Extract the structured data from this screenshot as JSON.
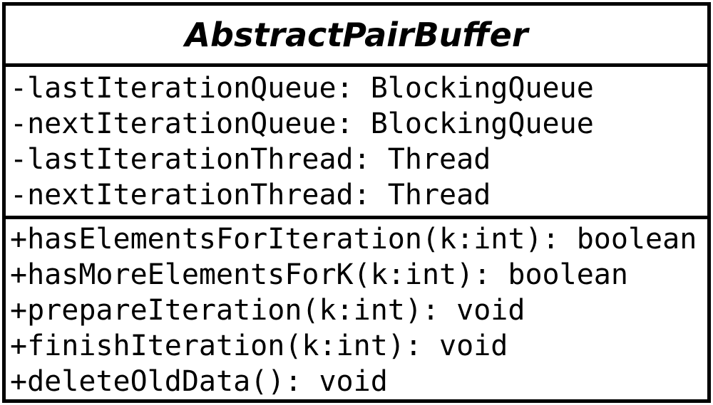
{
  "class_box": {
    "name": "AbstractPairBuffer",
    "attributes": [
      "-lastIterationQueue: BlockingQueue",
      "-nextIterationQueue: BlockingQueue",
      "-lastIterationThread: Thread",
      "-nextIterationThread: Thread"
    ],
    "operations": [
      "+hasElementsForIteration(k:int): boolean",
      "+hasMoreElementsForK(k:int): boolean",
      "+prepareIteration(k:int): void",
      "+finishIteration(k:int): void",
      "+deleteOldData(): void"
    ]
  }
}
